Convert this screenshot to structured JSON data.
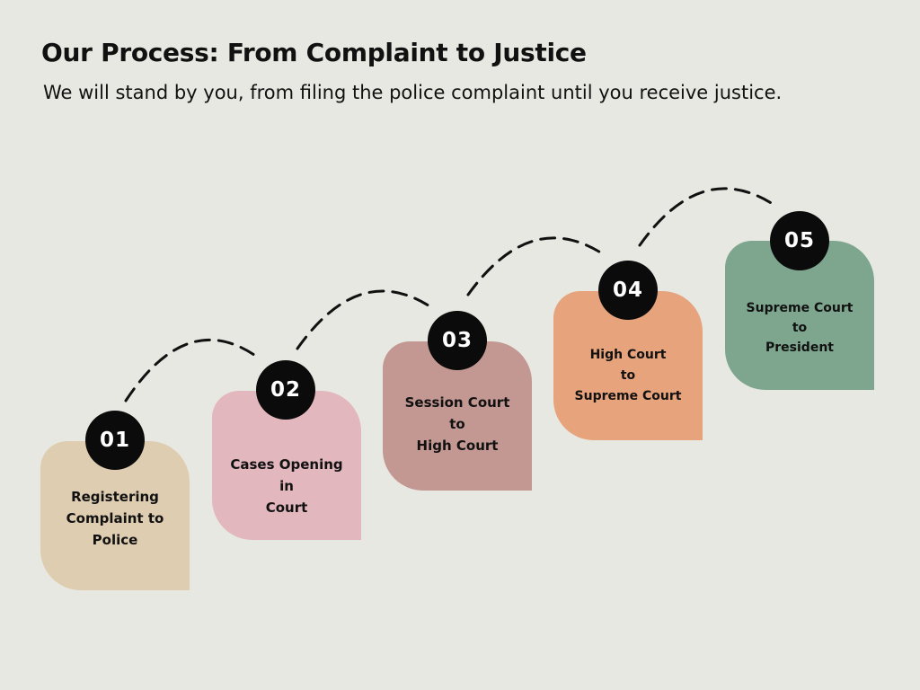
{
  "header": {
    "title": "Our Process: From Complaint to Justice",
    "subtitle": "We will stand by you, from filing the police complaint until you receive justice."
  },
  "steps": [
    {
      "number": "01",
      "lines": [
        "Registering",
        "Complaint to",
        "Police"
      ],
      "color": "#decdb0"
    },
    {
      "number": "02",
      "lines": [
        "Cases Opening",
        "in",
        "Court"
      ],
      "color": "#e2b7bd"
    },
    {
      "number": "03",
      "lines": [
        "Session Court",
        "to",
        "High Court"
      ],
      "color": "#c39892"
    },
    {
      "number": "04",
      "lines": [
        "High Court",
        "to",
        "Supreme Court"
      ],
      "color": "#e6a37c"
    },
    {
      "number": "05",
      "lines": [
        "Supreme Court",
        "to",
        "President"
      ],
      "color": "#7ea68e"
    }
  ],
  "colors": {
    "background": "#e8e8e2",
    "badge": "#0b0b0b",
    "connector": "#111111"
  }
}
